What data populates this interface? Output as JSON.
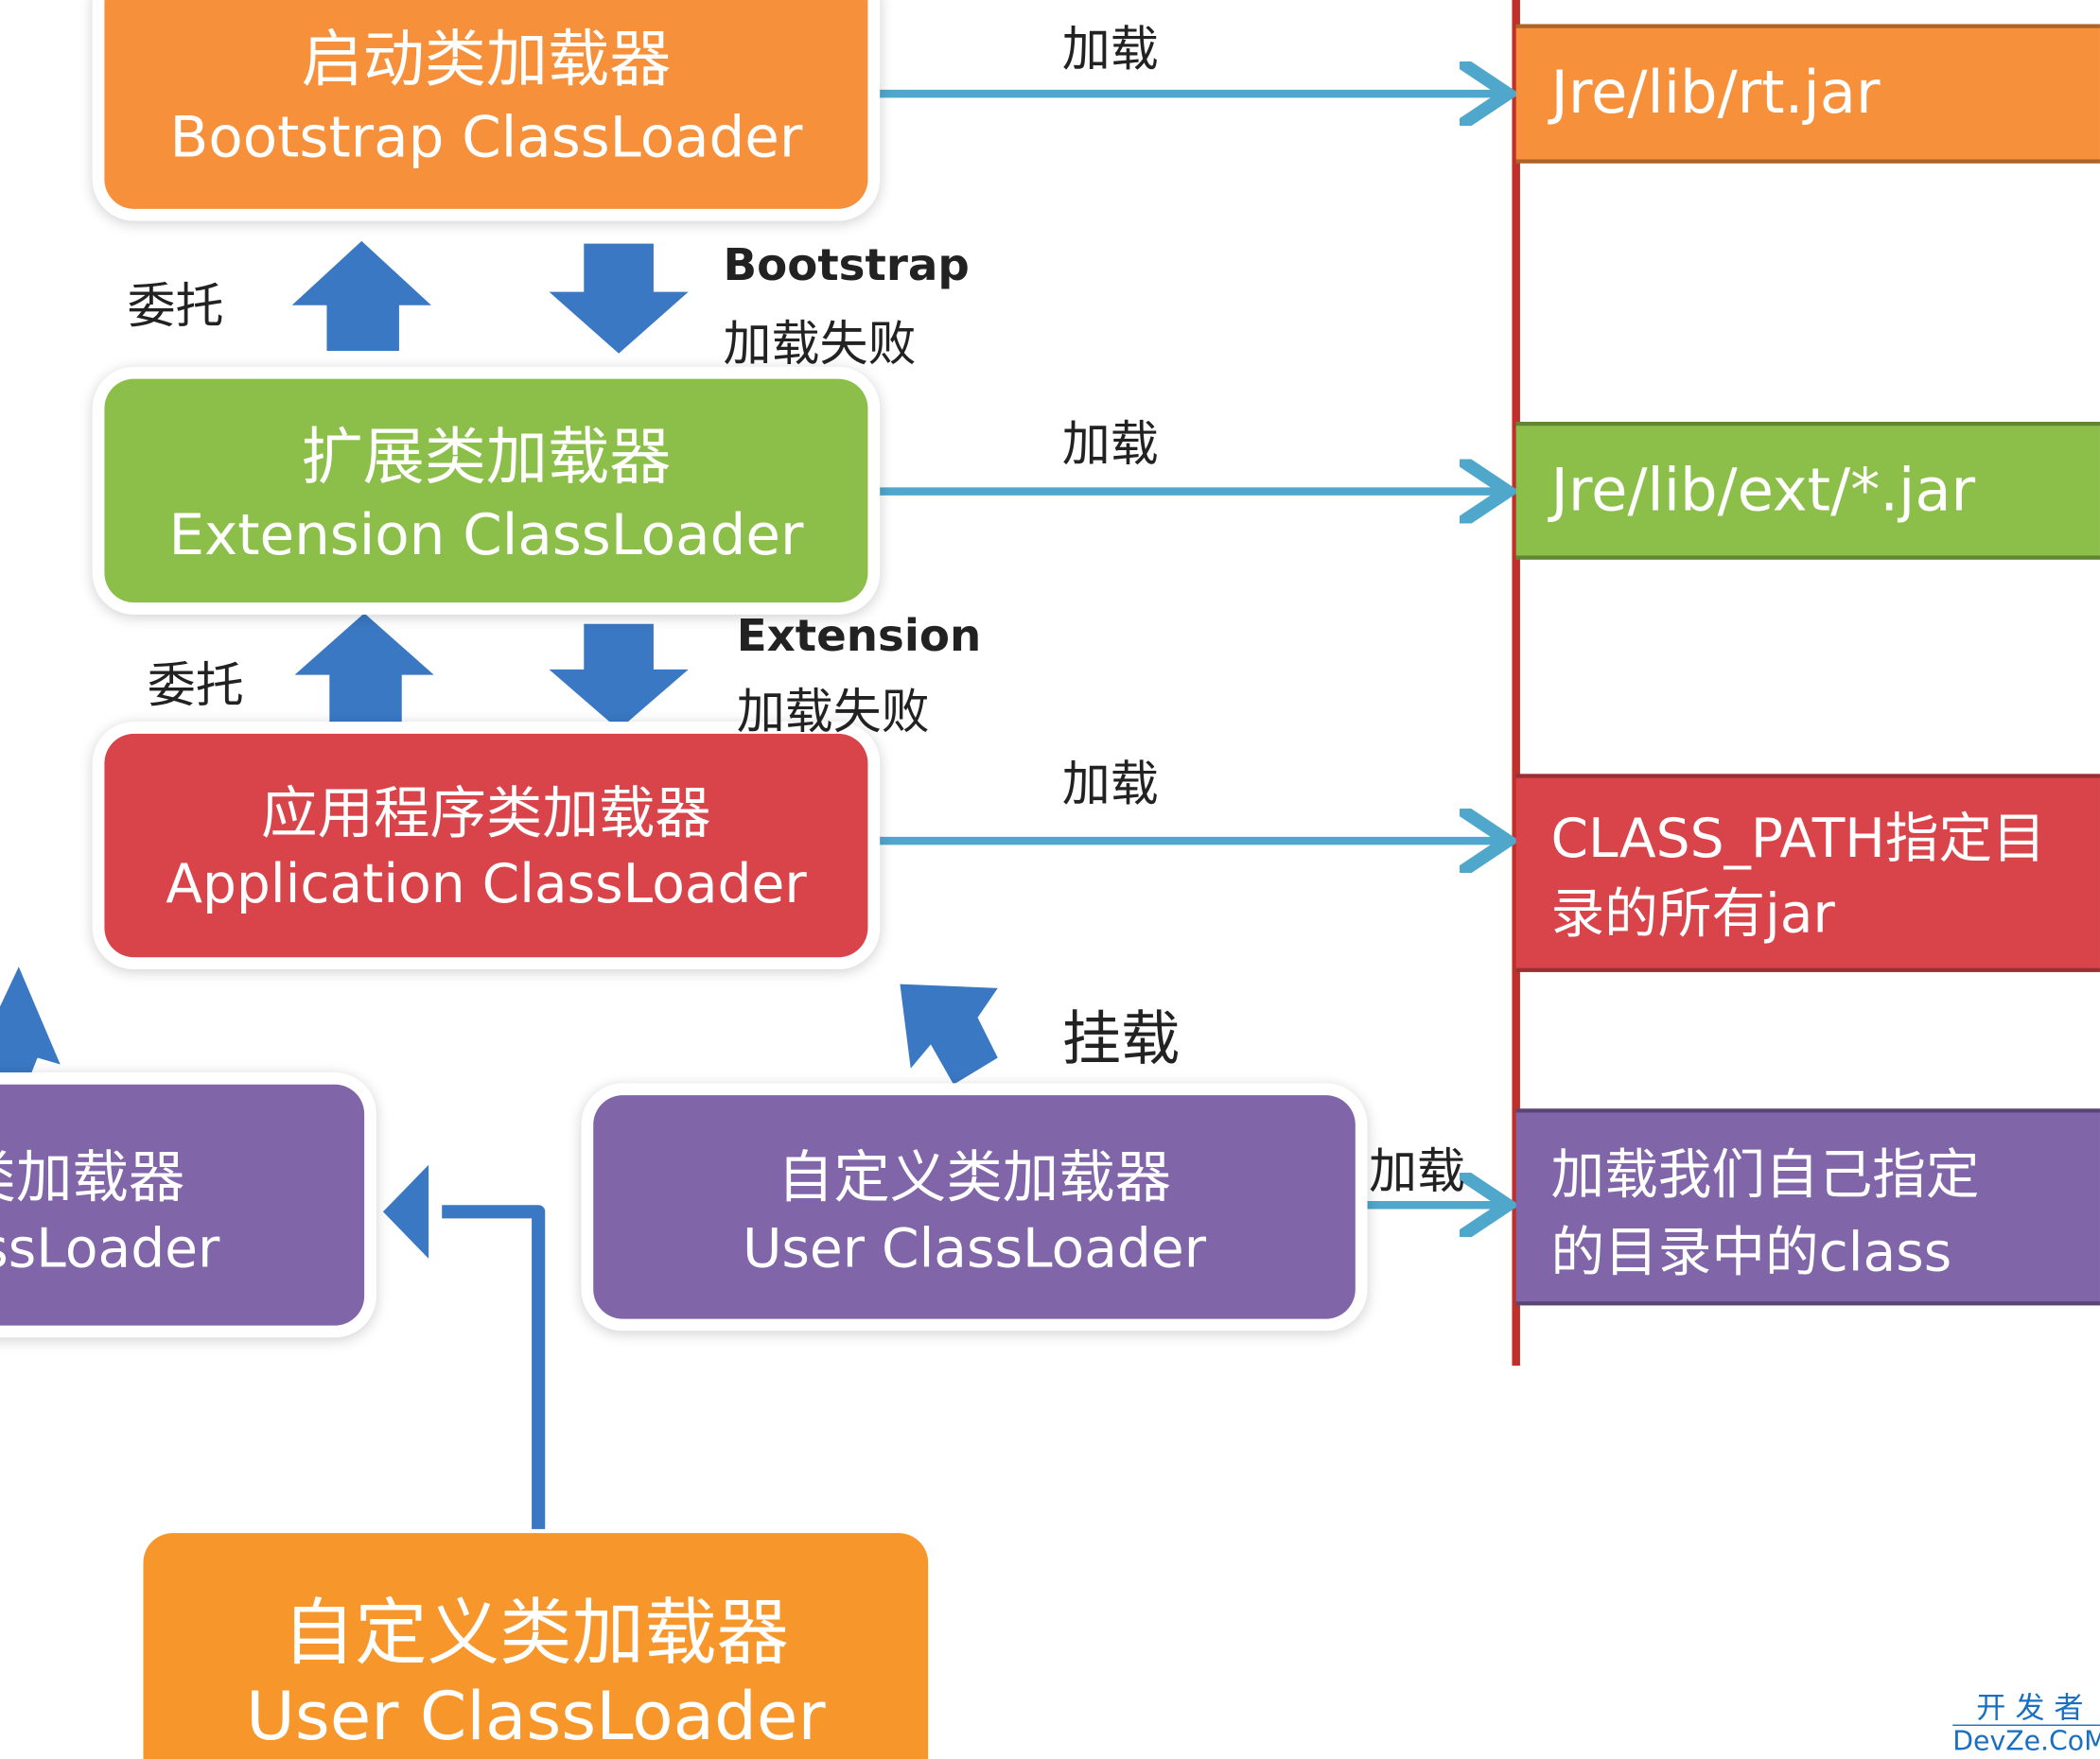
{
  "colors": {
    "bootstrap": "#f7903a",
    "extension": "#8cbf4a",
    "application": "#d9444a",
    "user": "#8065a8",
    "bottom_user": "#f7962a",
    "load_arrow": "#4fa8cc",
    "delegate_arrow": "#3a78c4",
    "divider": "#c0302a",
    "watermark": "#1a6fc0"
  },
  "loaders": {
    "bootstrap": {
      "cn": "启动类加载器",
      "en": "Bootstrap ClassLoader"
    },
    "extension": {
      "cn": "扩展类加载器",
      "en": "Extension ClassLoader"
    },
    "application": {
      "cn": "应用程序类加载器",
      "en": "Application ClassLoader"
    },
    "user_left": {
      "cn": "自定义类加载器",
      "en": "User ClassLoader"
    },
    "user_mid": {
      "cn": "自定义类加载器",
      "en": "User ClassLoader"
    },
    "user_bottom": {
      "cn": "自定义类加载器",
      "en": "User ClassLoader"
    }
  },
  "labels": {
    "load": "加载",
    "delegate": "委托",
    "bootstrap_fail_1": "Bootstrap",
    "bootstrap_fail_2": "加载失败",
    "extension_fail_1": "Extension",
    "extension_fail_2": "加载失败",
    "mount": "挂载"
  },
  "targets": {
    "rt": "Jre/lib/rt.jar",
    "ext": "Jre/lib/ext/*.jar",
    "classpath_1": "CLASS_PATH指定目",
    "classpath_2": "录的所有jar",
    "custom_1": "加载我们自己指定",
    "custom_2": "的目录中的class"
  },
  "watermark": {
    "cn": "开 发 者",
    "en": "DevZe.CoM"
  }
}
